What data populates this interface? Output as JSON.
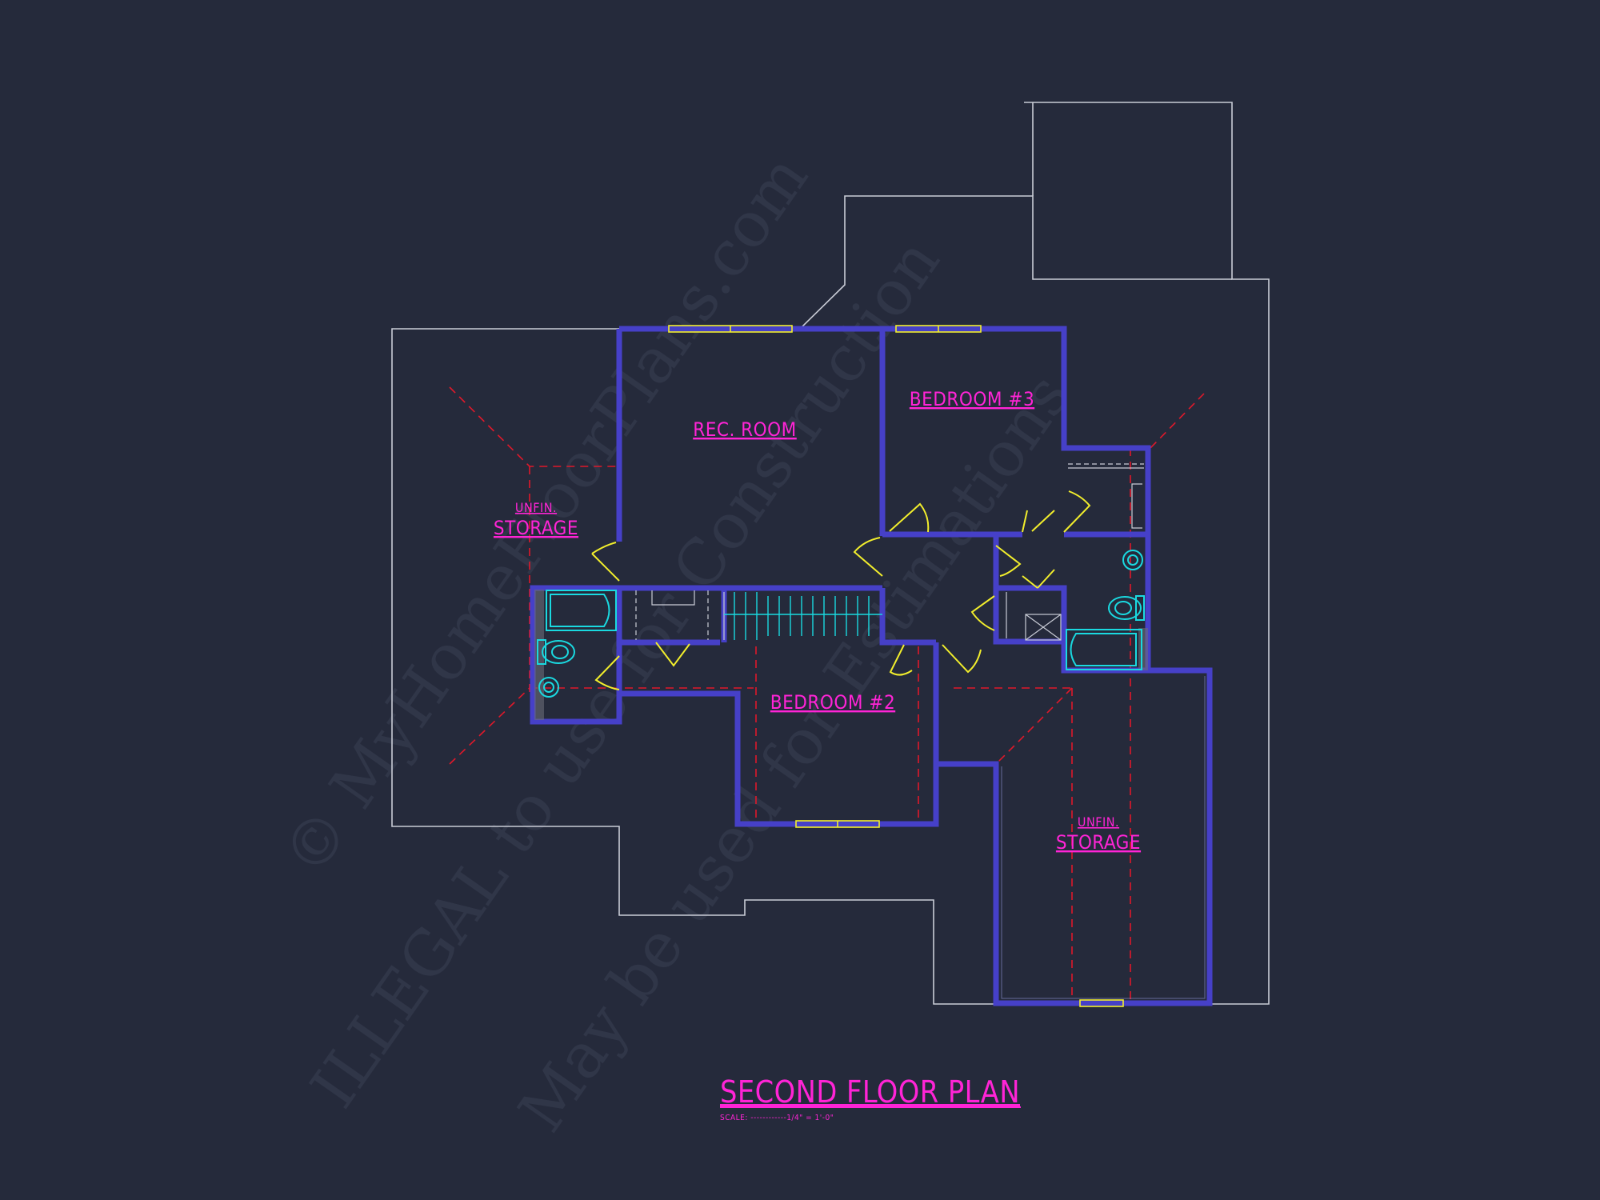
{
  "watermark": {
    "line1": "© MyHomeFloorPlans.com",
    "line2": "ILLEGAL to use for Construction",
    "line3": "May be used for Estimations"
  },
  "rooms": {
    "rec_room": "REC. ROOM",
    "bedroom3": "BEDROOM #3",
    "bedroom2": "BEDROOM #2",
    "storage_left_top": "UNFIN.",
    "storage_left_bottom": "STORAGE",
    "storage_right_top": "UNFIN.",
    "storage_right_bottom": "STORAGE"
  },
  "title": {
    "main": "SECOND FLOOR PLAN",
    "scale": "SCALE: ------------1/4\" = 1'-0\""
  },
  "colors": {
    "background": "#252a3b",
    "label": "#ff24d6",
    "wall": "#4640c8",
    "outline": "#c9ccd6",
    "hip_line": "#e0182a",
    "door": "#f2ee2c",
    "fixture": "#1ad9e0"
  }
}
